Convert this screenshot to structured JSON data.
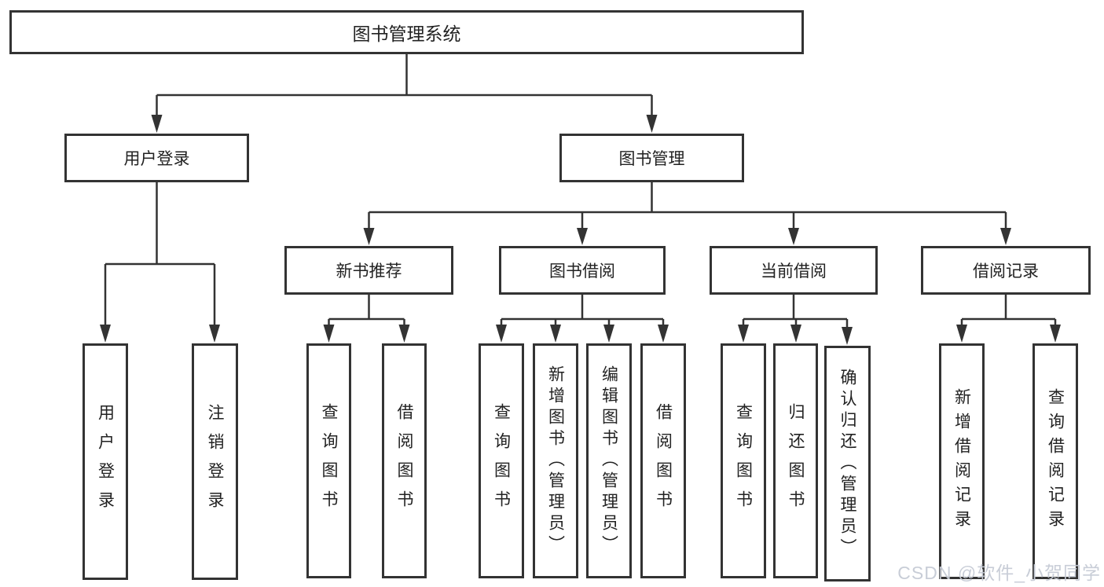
{
  "diagram": {
    "root": "图书管理系统",
    "level2": {
      "user_login": "用户登录",
      "book_mgmt": "图书管理"
    },
    "level3": {
      "new_book_rec": "新书推荐",
      "book_borrow": "图书借阅",
      "current_borrow": "当前借阅",
      "borrow_record": "借阅记录"
    },
    "leaves": {
      "user_login": "用户登录",
      "logout": "注销登录",
      "rec_query_book": "查询图书",
      "rec_borrow_book": "借阅图书",
      "borrow_query_book": "查询图书",
      "borrow_add_book": "新增图书（管理员）",
      "borrow_edit_book": "编辑图书（管理员）",
      "borrow_borrow_book": "借阅图书",
      "current_query_book": "查询图书",
      "current_return_book": "归还图书",
      "current_confirm_return": "确认归还（管理员）",
      "record_add": "新增借阅记录",
      "record_query": "查询借阅记录"
    }
  },
  "watermark": {
    "text": "CSDN @软件_小贺同学",
    "color": "#c6cbd5"
  },
  "colors": {
    "line": "#333333",
    "box_border": "#333333",
    "text": "#222222",
    "background": "#ffffff"
  }
}
